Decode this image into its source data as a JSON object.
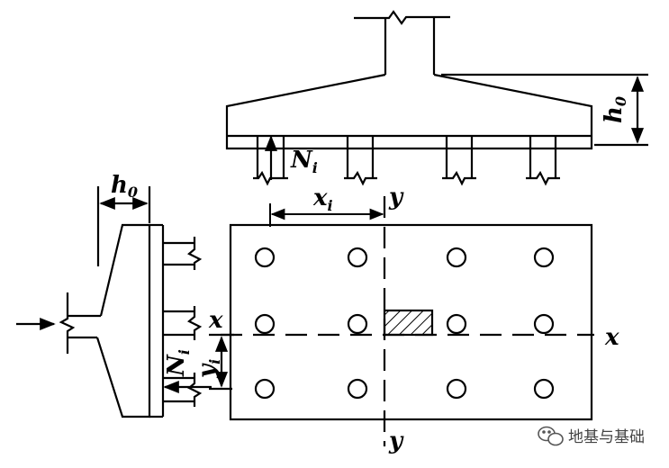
{
  "labels": {
    "h0_top_main": "h",
    "h0_top_sub": "0",
    "h0_left_main": "h",
    "h0_left_sub": "0",
    "Ni_top_main": "N",
    "Ni_top_sub": "i",
    "Ni_left_main": "N",
    "Ni_left_sub": "i",
    "xi_main": "x",
    "xi_sub": "i",
    "yi_main": "y",
    "yi_sub": "i",
    "axis_x_left": "x",
    "axis_x_right": "x",
    "axis_y_top": "y",
    "axis_y_bottom": "y"
  },
  "pile_grid": {
    "rows": 3,
    "cols": 4
  },
  "watermark": {
    "text": "地基与基础",
    "icon": "wechat-icon"
  },
  "colors": {
    "ink": "#000000",
    "watermark": "#444444"
  }
}
